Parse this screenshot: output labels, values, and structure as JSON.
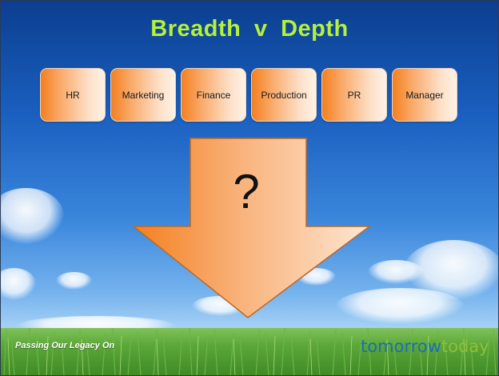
{
  "slide": {
    "title": "Breadth  v  Depth",
    "departments": [
      "HR",
      "Marketing",
      "Finance",
      "Production",
      "PR",
      "Manager"
    ],
    "arrow_label": "?",
    "footer_tagline": "Passing Our Legacy On",
    "brand": {
      "part1": "tomorrow",
      "part2": "today"
    }
  },
  "colors": {
    "title": "#b5f03a",
    "box_orange": "#f47f1f",
    "arrow_orange": "#f5862a",
    "brand_blue": "#1b6fb4",
    "brand_green": "#8fbf3a"
  }
}
